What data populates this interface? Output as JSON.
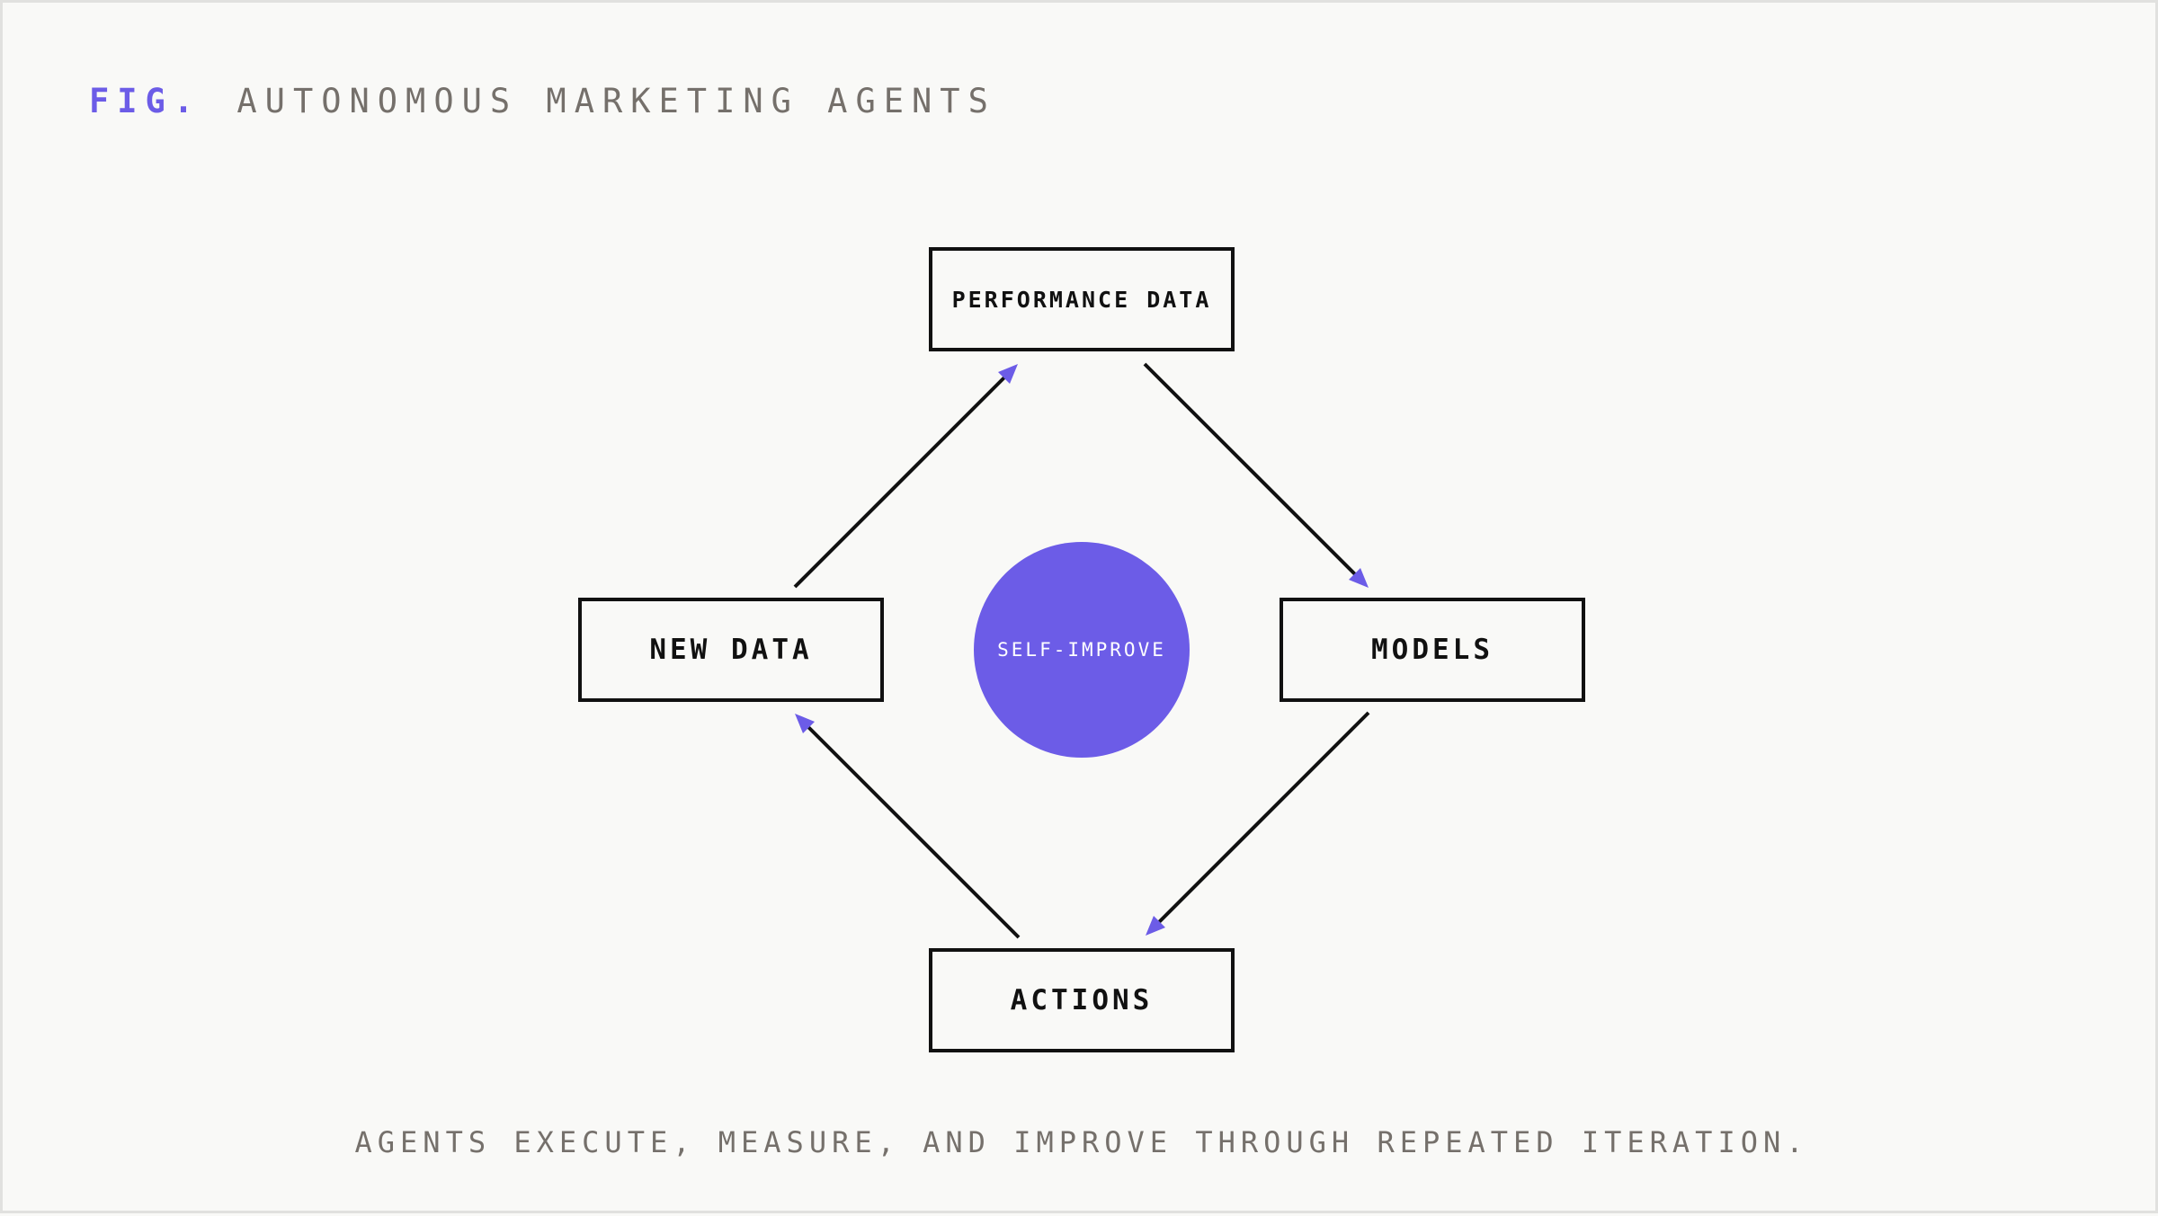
{
  "header": {
    "tag": "FIG.",
    "title": "AUTONOMOUS MARKETING AGENTS"
  },
  "diagram": {
    "nodes": {
      "top": "PERFORMANCE DATA",
      "right": "MODELS",
      "bottom": "ACTIONS",
      "left": "NEW DATA"
    },
    "center": "SELF-IMPROVE"
  },
  "caption": "AGENTS EXECUTE, MEASURE, AND IMPROVE THROUGH REPEATED ITERATION.",
  "colors": {
    "accent": "#6c5ce7",
    "stroke": "#111111",
    "muted_text": "#75706b",
    "background": "#f9f9f7"
  }
}
